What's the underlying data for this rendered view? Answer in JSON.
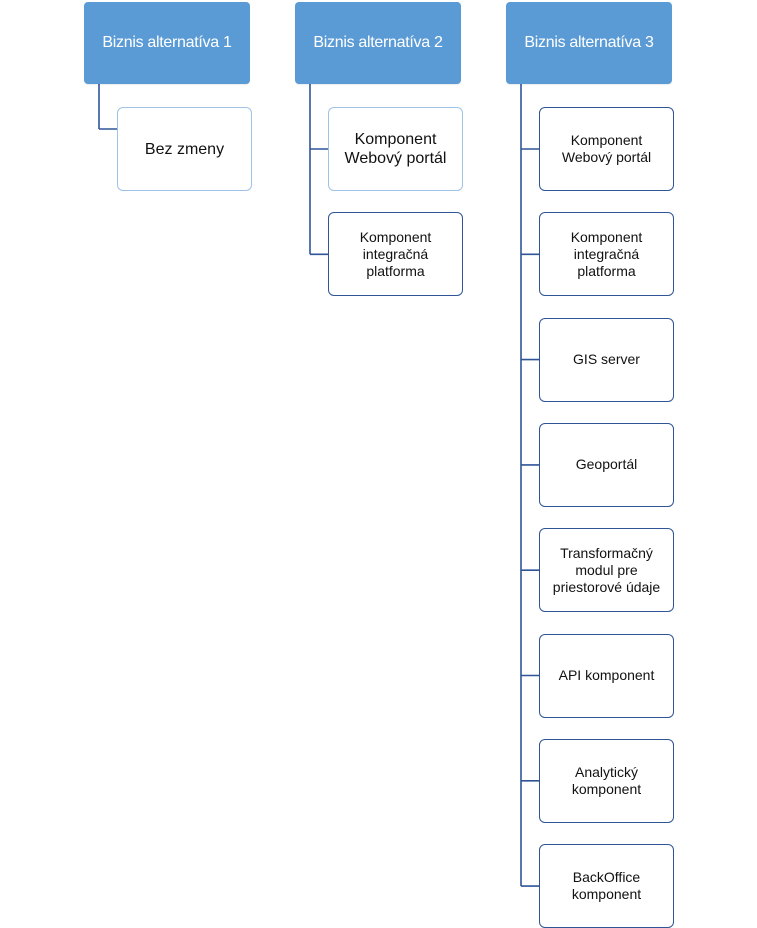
{
  "colors": {
    "header_fill": "#5b9bd5",
    "connector": "#2f5597",
    "child_border_light": "#9dc3e6",
    "child_border_dark": "#2f5597"
  },
  "groups": [
    {
      "title": "Biznis alternatíva 1",
      "children": [
        {
          "label": "Bez zmeny",
          "style": "light"
        }
      ]
    },
    {
      "title": "Biznis alternatíva 2",
      "children": [
        {
          "label": "Komponent Webový portál",
          "style": "light"
        },
        {
          "label": "Komponent integračná platforma",
          "style": "dark"
        }
      ]
    },
    {
      "title": "Biznis alternatíva 3",
      "children": [
        {
          "label": "Komponent Webový portál",
          "style": "dark"
        },
        {
          "label": "Komponent integračná platforma",
          "style": "dark"
        },
        {
          "label": "GIS server",
          "style": "dark"
        },
        {
          "label": "Geoportál",
          "style": "dark"
        },
        {
          "label": "Transformačný modul pre priestorové údaje",
          "style": "dark"
        },
        {
          "label": "API komponent",
          "style": "dark"
        },
        {
          "label": "Analytický komponent",
          "style": "dark"
        },
        {
          "label": "BackOffice komponent",
          "style": "dark"
        }
      ]
    }
  ]
}
